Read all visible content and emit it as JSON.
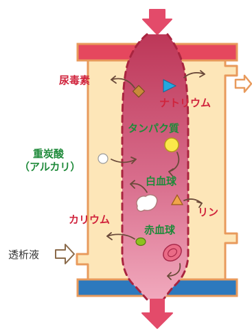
{
  "labels": {
    "urea": "尿毒素",
    "sodium": "ナトリウム",
    "protein": "タンパク質",
    "bicarbonate": "重炭酸",
    "bicarbonate_sub": "（アルカリ）",
    "wbc": "白血球",
    "phosphorus": "リン",
    "potassium": "カリウム",
    "rbc": "赤血球",
    "dialysate": "透析液"
  },
  "colors": {
    "frame": "#e89a5c",
    "dialysate_fill": "#fde6b8",
    "blood_top": "#bd3758",
    "blood_bottom": "#f1a9bd",
    "red_cap": "#e5475e",
    "blue_cap": "#2d79bd",
    "arrow_pink": "#e34b6a",
    "label_red": "#d0233c",
    "label_green": "#1f8a3a"
  },
  "icons": {
    "urea": "brown-diamond",
    "sodium": "blue-triangle",
    "protein": "yellow-circle",
    "bicarbonate": "white-circle",
    "wbc": "white-blob",
    "phosphorus": "orange-triangle",
    "potassium": "green-oval",
    "rbc": "red-blood-cell"
  }
}
